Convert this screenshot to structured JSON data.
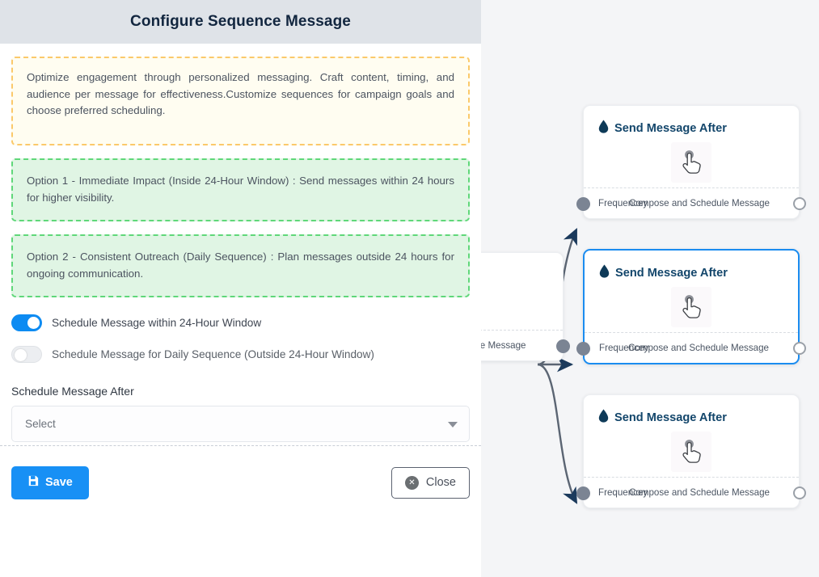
{
  "modal": {
    "title": "Configure Sequence Message",
    "notices": [
      {
        "variant": "warning",
        "text": "Optimize engagement through personalized messaging. Craft content, timing, and audience per message for effectiveness.Customize sequences for campaign goals and choose preferred scheduling."
      },
      {
        "variant": "success",
        "text": "Option 1 - Immediate Impact (Inside 24-Hour Window) : Send messages within 24 hours for higher visibility."
      },
      {
        "variant": "success",
        "text": "Option 2 - Consistent Outreach (Daily Sequence) : Plan messages outside 24 hours for ongoing communication."
      }
    ],
    "toggles": [
      {
        "label": "Schedule Message within 24-Hour Window",
        "state": "on"
      },
      {
        "label": "Schedule Message for Daily Sequence (Outside 24-Hour Window)",
        "state": "off"
      }
    ],
    "field": {
      "label": "Schedule Message After",
      "selected_value": "Select",
      "caret_icon": "chevron-down-icon"
    },
    "footer": {
      "save_label": "Save",
      "save_icon": "save-disk-icon",
      "close_label": "Close",
      "close_icon": "circle-x-icon",
      "save_color": "#1890f5"
    }
  },
  "canvas": {
    "source_node": {
      "foot_right_truncated": "ce Message"
    },
    "nodes": [
      {
        "title": "Send Message After",
        "icon": "water-drop-icon",
        "body_icon": "hand-pointer-icon",
        "foot_left": "Frequencey",
        "foot_right": "Compose and Schedule Message",
        "selected": false
      },
      {
        "title": "Send Message After",
        "icon": "water-drop-icon",
        "body_icon": "hand-pointer-icon",
        "foot_left": "Frequencey",
        "foot_right": "Compose and Schedule Message",
        "selected": true
      },
      {
        "title": "Send Message After",
        "icon": "water-drop-icon",
        "body_icon": "hand-pointer-icon",
        "foot_left": "Frequencey",
        "foot_right": "Compose and Schedule Message",
        "selected": false
      }
    ],
    "selected_border_color": "#1a8cf0",
    "edge_color": "#5b6573"
  }
}
